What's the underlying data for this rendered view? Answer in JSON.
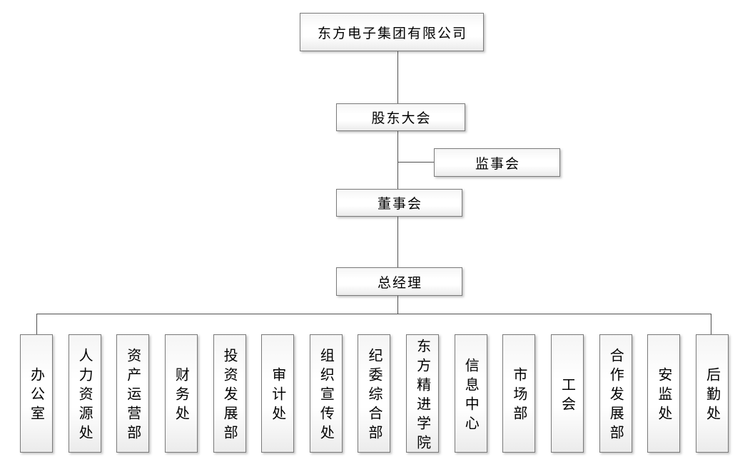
{
  "org_chart": {
    "nodes": {
      "company": "东方电子集团有限公司",
      "shareholders_meeting": "股东大会",
      "supervisory_board": "监事会",
      "board_of_directors": "董事会",
      "general_manager": "总经理"
    },
    "departments": [
      "办公室",
      "人力资源处",
      "资产运营部",
      "财务处",
      "投资发展部",
      "审计处",
      "组织宣传处",
      "纪委综合部",
      "东方精进学院",
      "信息中心",
      "市场部",
      "工会",
      "合作发展部",
      "安监处",
      "后勤处"
    ],
    "edges": [
      {
        "from": "company",
        "to": "shareholders_meeting"
      },
      {
        "from": "shareholders_meeting",
        "to": "supervisory_board"
      },
      {
        "from": "shareholders_meeting",
        "to": "board_of_directors"
      },
      {
        "from": "board_of_directors",
        "to": "general_manager"
      },
      {
        "from": "general_manager",
        "to": "all_departments"
      }
    ],
    "colors": {
      "line": "#4f4f4f",
      "border": "#7a7a7a",
      "box_fill_top": "#f5f5f5",
      "box_fill_bottom": "#ebebeb",
      "text": "#000000",
      "background": "#ffffff"
    }
  }
}
